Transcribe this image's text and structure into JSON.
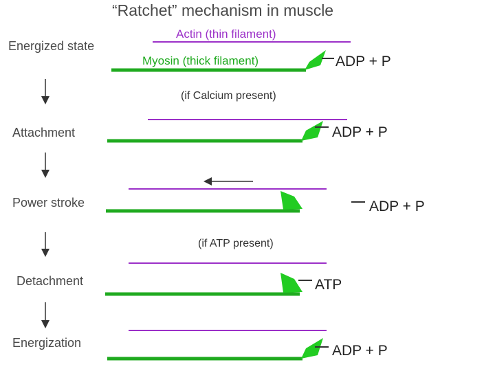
{
  "title": "“Ratchet” mechanism in muscle",
  "labels": {
    "actin": "Actin (thin filament)",
    "myosin": "Myosin (thick filament)"
  },
  "states": [
    {
      "name": "Energized state",
      "product": "ADP + P"
    },
    {
      "name": "Attachment",
      "product": "ADP + P"
    },
    {
      "name": "Power stroke",
      "product": "ADP + P"
    },
    {
      "name": "Detachment",
      "product": "ATP"
    },
    {
      "name": "Energization",
      "product": "ADP + P"
    }
  ],
  "conditions": {
    "calcium": "(if Calcium present)",
    "atp": "(if ATP present)"
  },
  "colors": {
    "actin": "#9b30c8",
    "myosin": "#1faa1f",
    "head": "#22cc22",
    "arrow": "#333333"
  }
}
